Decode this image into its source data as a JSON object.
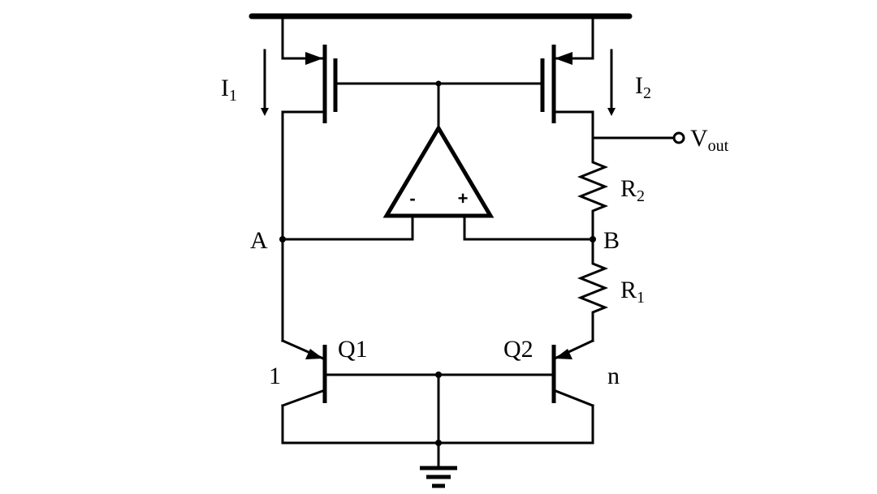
{
  "labels": {
    "i1": {
      "main": "I",
      "sub": "1"
    },
    "i2": {
      "main": "I",
      "sub": "2"
    },
    "vout": {
      "main": "V",
      "sub": "out"
    },
    "r1": {
      "main": "R",
      "sub": "1"
    },
    "r2": {
      "main": "R",
      "sub": "2"
    },
    "node_a": "A",
    "node_b": "B",
    "q1": "Q1",
    "q2": "Q2",
    "q1_ratio": "1",
    "q2_ratio": "n",
    "opamp_minus": "-",
    "opamp_plus": "+"
  }
}
